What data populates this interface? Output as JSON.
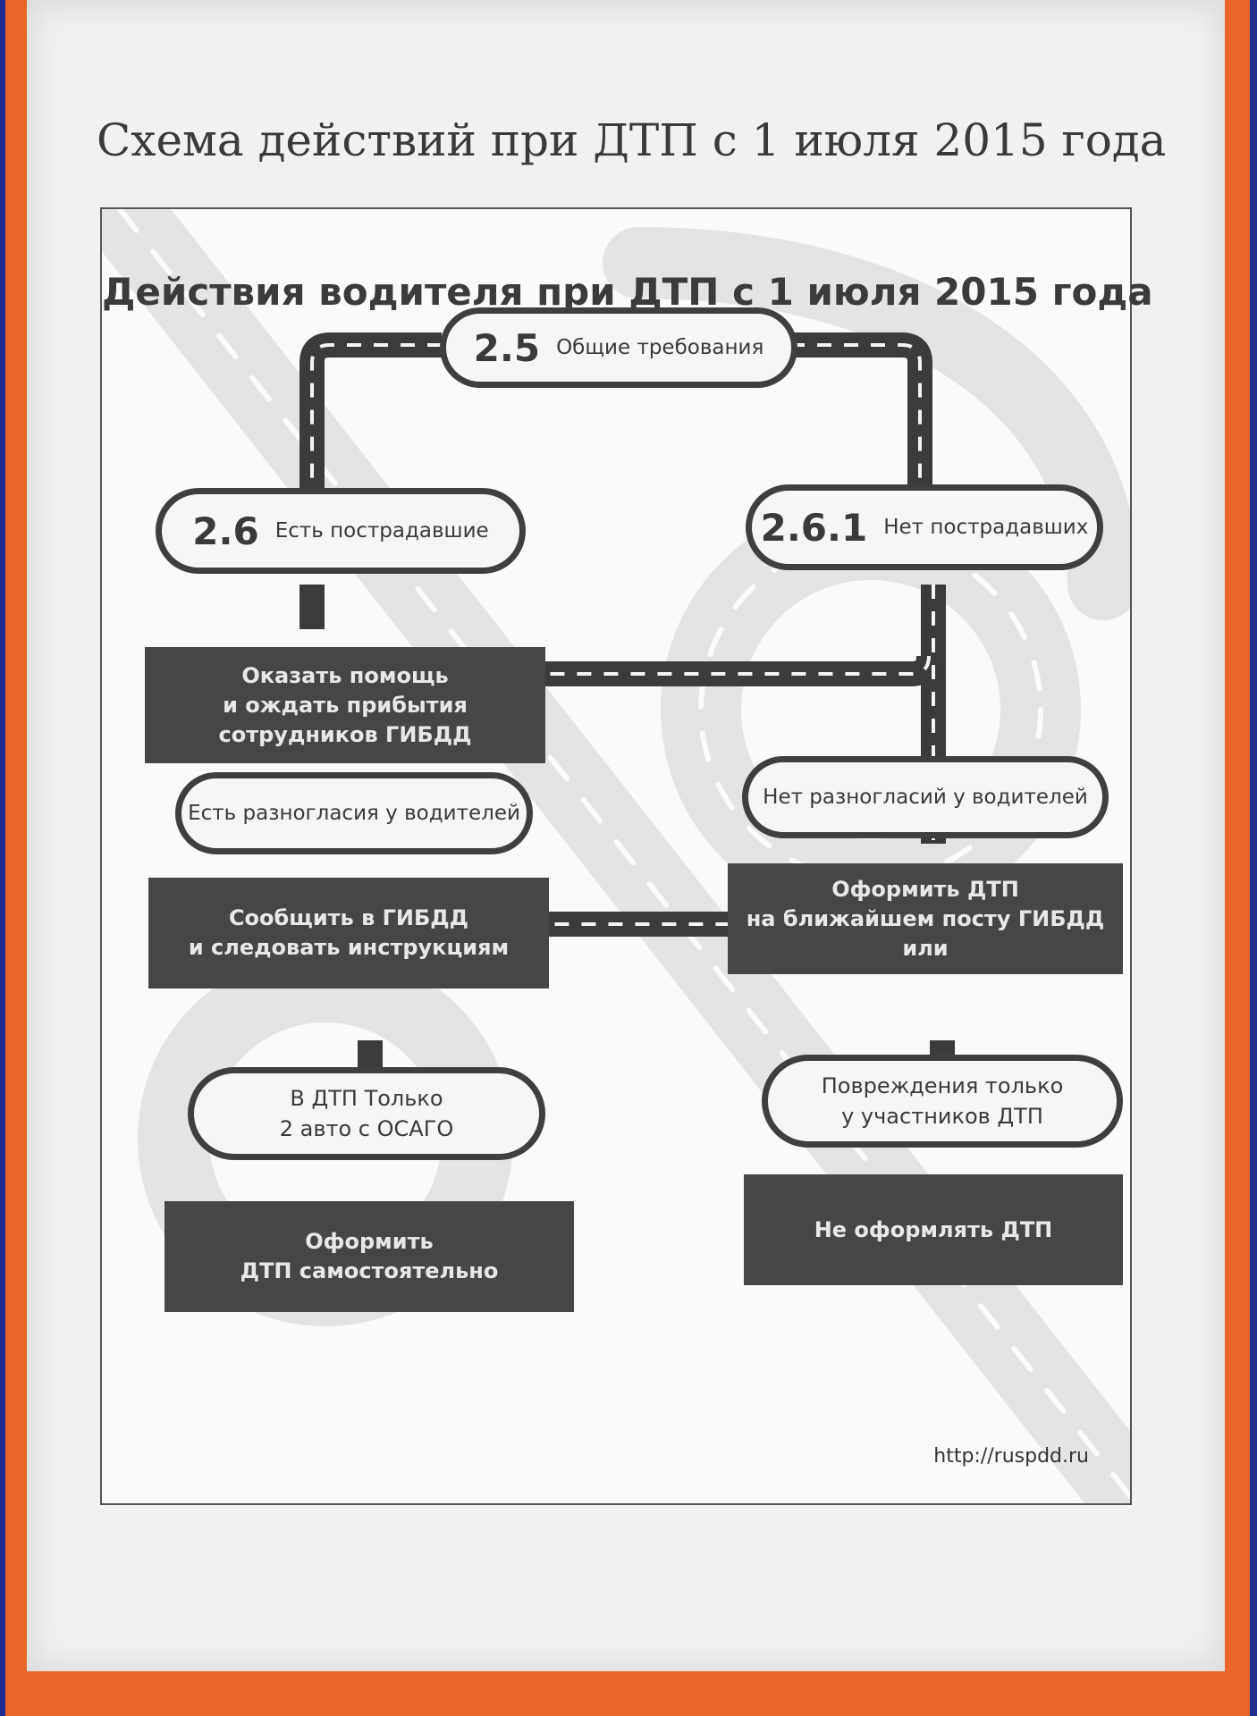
{
  "page_title": "Схема действий при ДТП с 1 июля 2015 года",
  "poster": {
    "title": "Действия водителя при ДТП с 1 июля 2015 года",
    "nodes": {
      "general": {
        "number": "2.5",
        "label": "Общие требования"
      },
      "injured": {
        "number": "2.6",
        "label": "Есть пострадавшие"
      },
      "no_injured": {
        "number": "2.6.1",
        "label": "Нет пострадавших"
      },
      "disagreement": {
        "label": "Есть разногласия у водителей"
      },
      "no_disagreement": {
        "label": "Нет  разногласий у водителей"
      },
      "two_cars": {
        "label": "В ДТП Только\n2 авто с ОСАГО"
      },
      "damage_only": {
        "label": "Повреждения только\nу участников ДТП"
      }
    },
    "actions": {
      "help": "Оказать помощь\nи ождать прибытия\nсотрудников ГИБДД",
      "report": "Сообщить в ГИБДД\nи следовать инструкциям",
      "register_post": "Оформить  ДТП\nна ближайшем посту ГИБДД\nили",
      "self_register": "Оформить\nДТП самостоятельно",
      "no_register": "Не оформлять ДТП"
    },
    "source": "http://ruspdd.ru"
  }
}
